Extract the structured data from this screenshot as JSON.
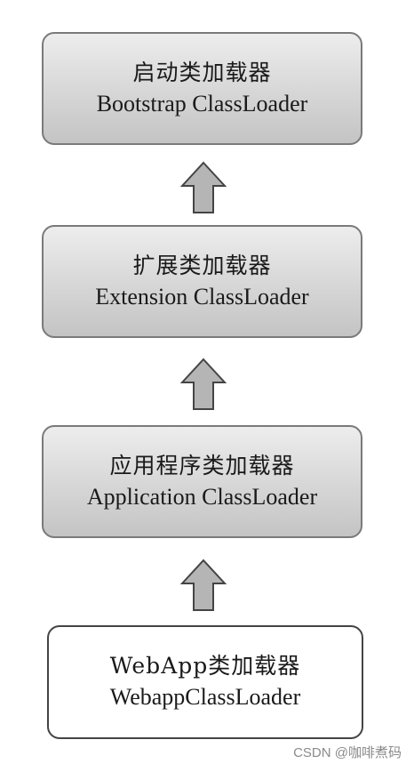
{
  "loaders": [
    {
      "zh": "启动类加载器",
      "en": "Bootstrap ClassLoader"
    },
    {
      "zh": "扩展类加载器",
      "en": "Extension ClassLoader"
    },
    {
      "zh": "应用程序类加载器",
      "en": "Application ClassLoader"
    },
    {
      "zh": "WebApp类加载器",
      "en": "WebappClassLoader"
    }
  ],
  "colors": {
    "box_gray_top": "#ededed",
    "box_gray_bottom": "#c4c4c4",
    "arrow_fill": "#b5b5b5",
    "stroke": "#444444"
  },
  "watermark": "CSDN @咖啡煮码"
}
